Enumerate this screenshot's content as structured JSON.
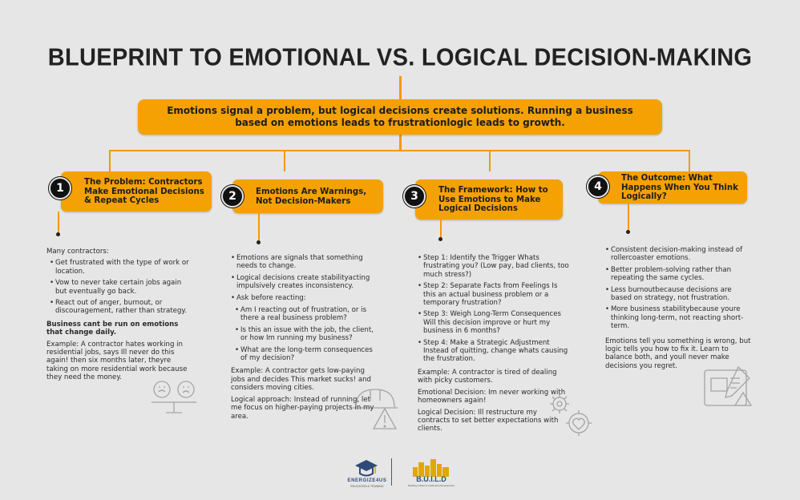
{
  "title": "BLUEPRINT TO EMOTIONAL VS. LOGICAL DECISION-MAKING",
  "banner": "Emotions signal a problem, but logical decisions create solutions. Running a business based on emotions leads to frustrationlogic leads to growth.",
  "colors": {
    "accent": "#f5a104",
    "line": "#f29a00",
    "background": "#e6e6e6",
    "text": "#222222"
  },
  "sections": [
    {
      "number": "1",
      "heading": "The Problem: Contractors Make Emotional Decisions & Repeat Cycles",
      "intro": "Many contractors:",
      "bullets": [
        "Get frustrated with the type of work or location.",
        "Vow to never take certain jobs again but eventually go back.",
        "React out of anger, burnout, or discouragement, rather than strategy."
      ],
      "emphasis": "Business cant be run on emotions that change daily.",
      "example": "Example: A contractor hates working in residential jobs, says Ill never do this again! then six months later, theyre taking on more residential work because they need the money.",
      "icon": "balance-scale-faces-icon"
    },
    {
      "number": "2",
      "heading": "Emotions Are Warnings, Not Decision-Makers",
      "bullets": [
        "Emotions are signals that something needs to change.",
        "Logical decisions create stabilityacting impulsively creates inconsistency.",
        "Ask before reacting:"
      ],
      "sub_bullets": [
        "Am I reacting out of frustration, or is there a real business problem?",
        "Is this an issue with the job, the client, or how Im running my business?",
        "What are the long-term consequences of my decision?"
      ],
      "example": "Example: A contractor gets low-paying jobs and decides This market sucks! and considers moving cities.",
      "logical": "Logical approach: Instead of running, let me focus on higher-paying projects in my area.",
      "icon": "hardhat-warning-icon"
    },
    {
      "number": "3",
      "heading": "The Framework: How to Use Emotions to Make Logical Decisions",
      "bullets": [
        "Step 1: Identify the Trigger Whats frustrating you? (Low pay, bad clients, too much stress?)",
        "Step 2: Separate Facts from Feelings Is this an actual business problem or a temporary frustration?",
        "Step 3: Weigh Long-Term Consequences Will this decision         improve or hurt my business in 6 months?",
        "Step 4: Make a Strategic Adjustment Instead of quitting, change whats causing the frustration."
      ],
      "example": "Example: A contractor is tired of dealing with picky customers.",
      "emotional": "Emotional Decision: Im never working with homeowners again!",
      "logical": "Logical Decision: Ill restructure my contracts to set better expectations with clients.",
      "icon": "gears-heart-icon"
    },
    {
      "number": "4",
      "heading": "The Outcome: What Happens When You Think Logically?",
      "bullets": [
        "Consistent decision-making instead of rollercoaster emotions.",
        "Better problem-solving rather than repeating the same cycles.",
        "Less burnoutbecause decisions are based on strategy, not frustration.",
        "More business stabilitybecause youre thinking long-term, not reacting short-term."
      ],
      "closing": "Emotions tell you something is wrong, but logic tells you how to fix it. Learn to balance both, and youll never make decisions you regret.",
      "icon": "blueprint-pencil-icon"
    }
  ],
  "footer": {
    "logo1": "ENERGIZE4US",
    "logo1_sub": "EDUCATION & TRAINING",
    "logo2": "B.U.I.L.D",
    "logo2_sub": "Building Unified & Leadership Development"
  }
}
